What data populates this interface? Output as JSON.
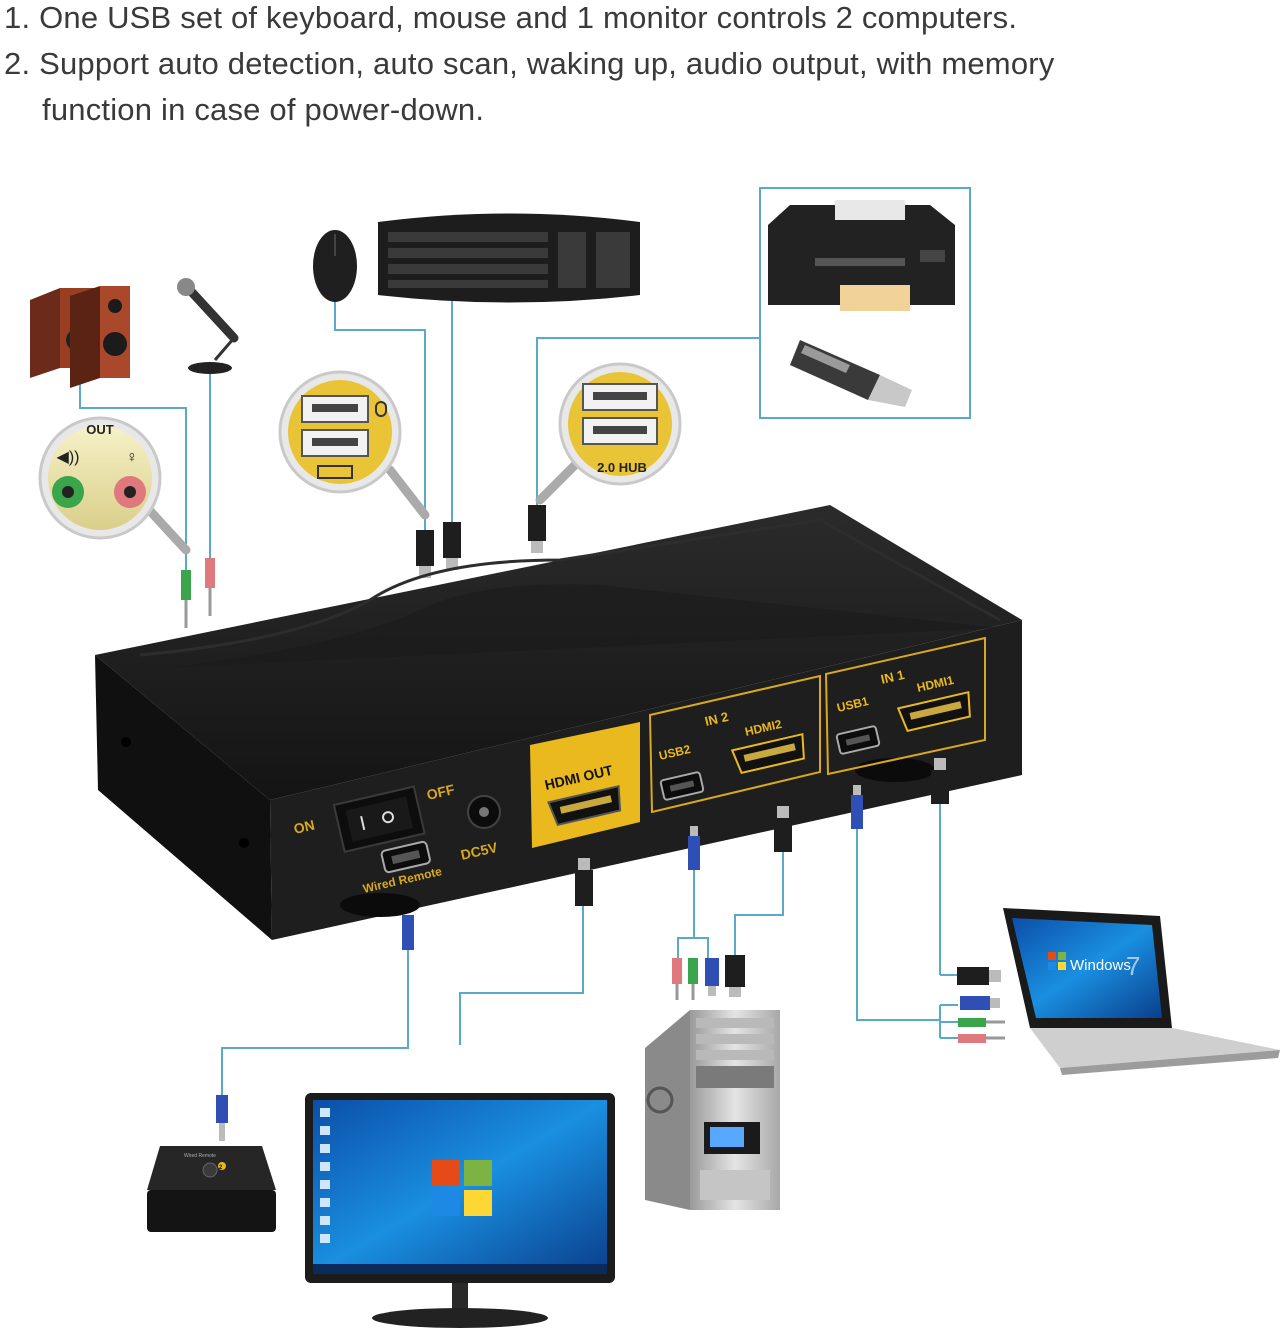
{
  "intro": {
    "line1": "1. One USB set of keyboard, mouse and 1 monitor controls 2 computers.",
    "line2": "2. Support auto detection, auto scan, waking up, audio output, with memory",
    "line3": "function in case of power-down."
  },
  "zoom_labels": {
    "audio_out": "OUT",
    "usb_hub": "2.0 HUB"
  },
  "panel_labels": {
    "on": "ON",
    "off": "OFF",
    "dc5v": "DC5V",
    "wired_remote": "Wired Remote",
    "hdmi_out": "HDMI OUT",
    "in2": "IN 2",
    "usb2": "USB2",
    "hdmi2": "HDMI2",
    "in1": "IN 1",
    "usb1": "USB1",
    "hdmi1": "HDMI1"
  },
  "device_labels": {
    "laptop_os": "Windows",
    "laptop_os_version": "7",
    "remote_number": "2",
    "remote_caption": "Wired Remote"
  },
  "colors": {
    "accent_gold": "#e9b91e",
    "box_body": "#1e1e1e",
    "cable": "#5aa9c9",
    "audio_green": "#3aa54a",
    "audio_pink": "#e0797e",
    "usb_blue": "#2f4fb5"
  }
}
